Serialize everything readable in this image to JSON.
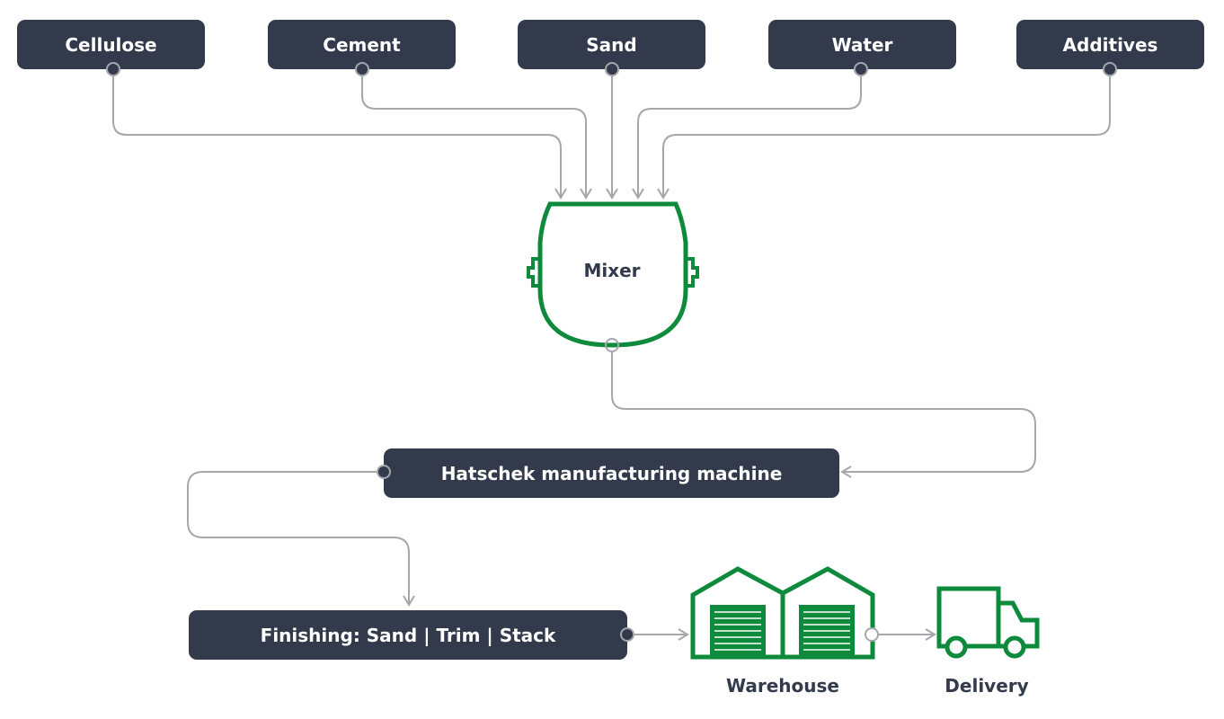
{
  "inputs": [
    "Cellulose",
    "Cement",
    "Sand",
    "Water",
    "Additives"
  ],
  "mixer": "Mixer",
  "machine": "Hatschek manufacturing machine",
  "finishing": "Finishing: Sand | Trim | Stack",
  "warehouse": "Warehouse",
  "delivery": "Delivery",
  "colors": {
    "node": "#323a4c",
    "icon": "#0e8a3c",
    "connector": "#a6a6ad"
  }
}
